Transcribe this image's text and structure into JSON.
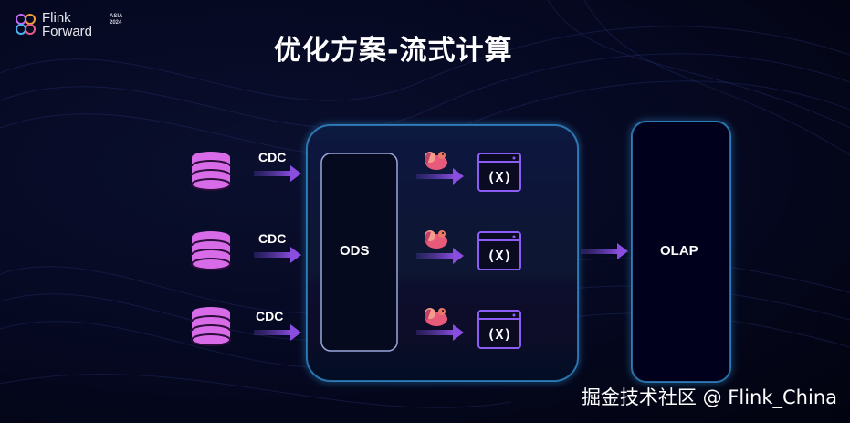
{
  "header": {
    "brand_line1": "Flink",
    "brand_line2": "Forward",
    "event_tag": "ASIA 2024"
  },
  "title": "优化方案-流式计算",
  "sources": [
    {
      "label": "CDC",
      "icon": "database-icon"
    },
    {
      "label": "CDC",
      "icon": "database-icon"
    },
    {
      "label": "CDC",
      "icon": "database-icon"
    }
  ],
  "ods_label": "ODS",
  "jobs": [
    {
      "icon": "flink-squirrel-icon",
      "target_icon": "function-window-icon",
      "symbol": "(X)"
    },
    {
      "icon": "flink-squirrel-icon",
      "target_icon": "function-window-icon",
      "symbol": "(X)"
    },
    {
      "icon": "flink-squirrel-icon",
      "target_icon": "function-window-icon",
      "symbol": "(X)"
    }
  ],
  "olap_label": "OLAP",
  "watermark": "掘金技术社区 @ Flink_China",
  "colors": {
    "database": "#d86be8",
    "arrow": "#8a4de0",
    "panel_glow": "#3fa9f5",
    "window_border": "#8b5cf6"
  }
}
